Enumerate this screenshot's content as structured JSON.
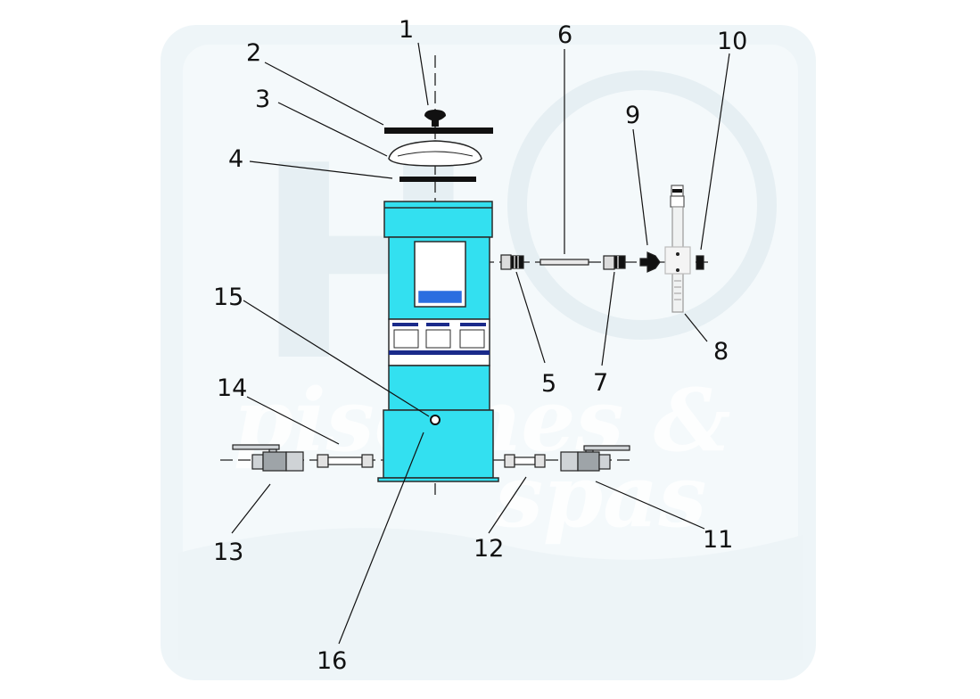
{
  "watermark": {
    "line1": "piscines &",
    "line2": "spas"
  },
  "callouts": [
    {
      "id": "1",
      "label": "1"
    },
    {
      "id": "2",
      "label": "2"
    },
    {
      "id": "3",
      "label": "3"
    },
    {
      "id": "4",
      "label": "4"
    },
    {
      "id": "5",
      "label": "5"
    },
    {
      "id": "6",
      "label": "6"
    },
    {
      "id": "7",
      "label": "7"
    },
    {
      "id": "8",
      "label": "8"
    },
    {
      "id": "9",
      "label": "9"
    },
    {
      "id": "10",
      "label": "10"
    },
    {
      "id": "11",
      "label": "11"
    },
    {
      "id": "12",
      "label": "12"
    },
    {
      "id": "13",
      "label": "13"
    },
    {
      "id": "14",
      "label": "14"
    },
    {
      "id": "15",
      "label": "15"
    },
    {
      "id": "16",
      "label": "16"
    }
  ],
  "colors": {
    "body": "#33e0f0",
    "accent_blue": "#2a6ee0",
    "band_navy": "#1a2a8a",
    "outline": "#2a2a2a",
    "part_grey": "#cfd3d6",
    "part_dark": "#111111",
    "watermark_bg": "#eaf3f7"
  }
}
